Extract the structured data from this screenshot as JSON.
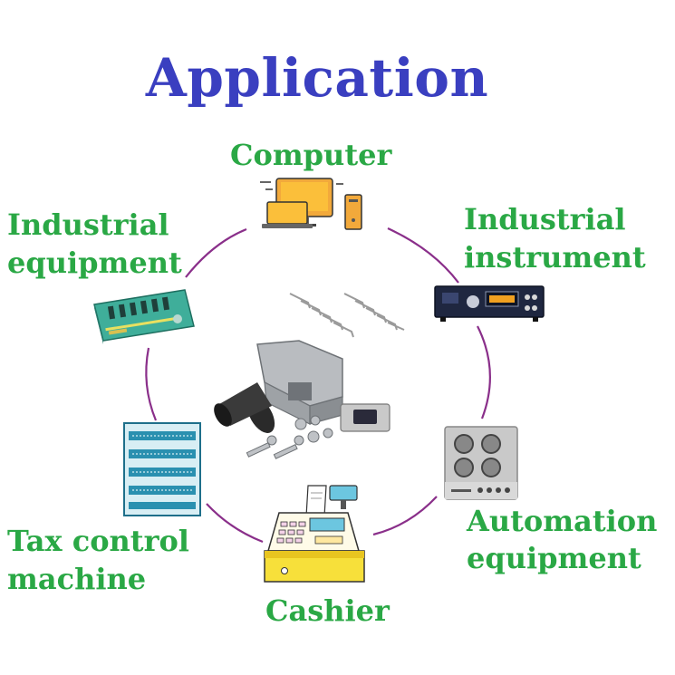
{
  "title": "Application",
  "colors": {
    "title": "#3a3fc0",
    "label": "#2aa845",
    "ring": "#8a2f8a"
  },
  "nodes": {
    "computer": {
      "label": "Computer",
      "icon": "computer-monitor-laptop-icon"
    },
    "industrial_instrument": {
      "line1": "Industrial",
      "line2": "instrument",
      "icon": "instrument-panel-icon"
    },
    "automation_equipment": {
      "line1": "Automation",
      "line2": "equipment",
      "icon": "cooktop-controller-icon"
    },
    "cashier": {
      "label": "Cashier",
      "icon": "cash-register-icon"
    },
    "tax_control_machine": {
      "line1": "Tax control",
      "line2": "machine",
      "icon": "circuit-rack-icon"
    },
    "industrial_equipment": {
      "line1": "Industrial",
      "line2": "equipment",
      "icon": "circuit-board-icon"
    }
  },
  "center": {
    "icon": "connector-parts-icon"
  }
}
